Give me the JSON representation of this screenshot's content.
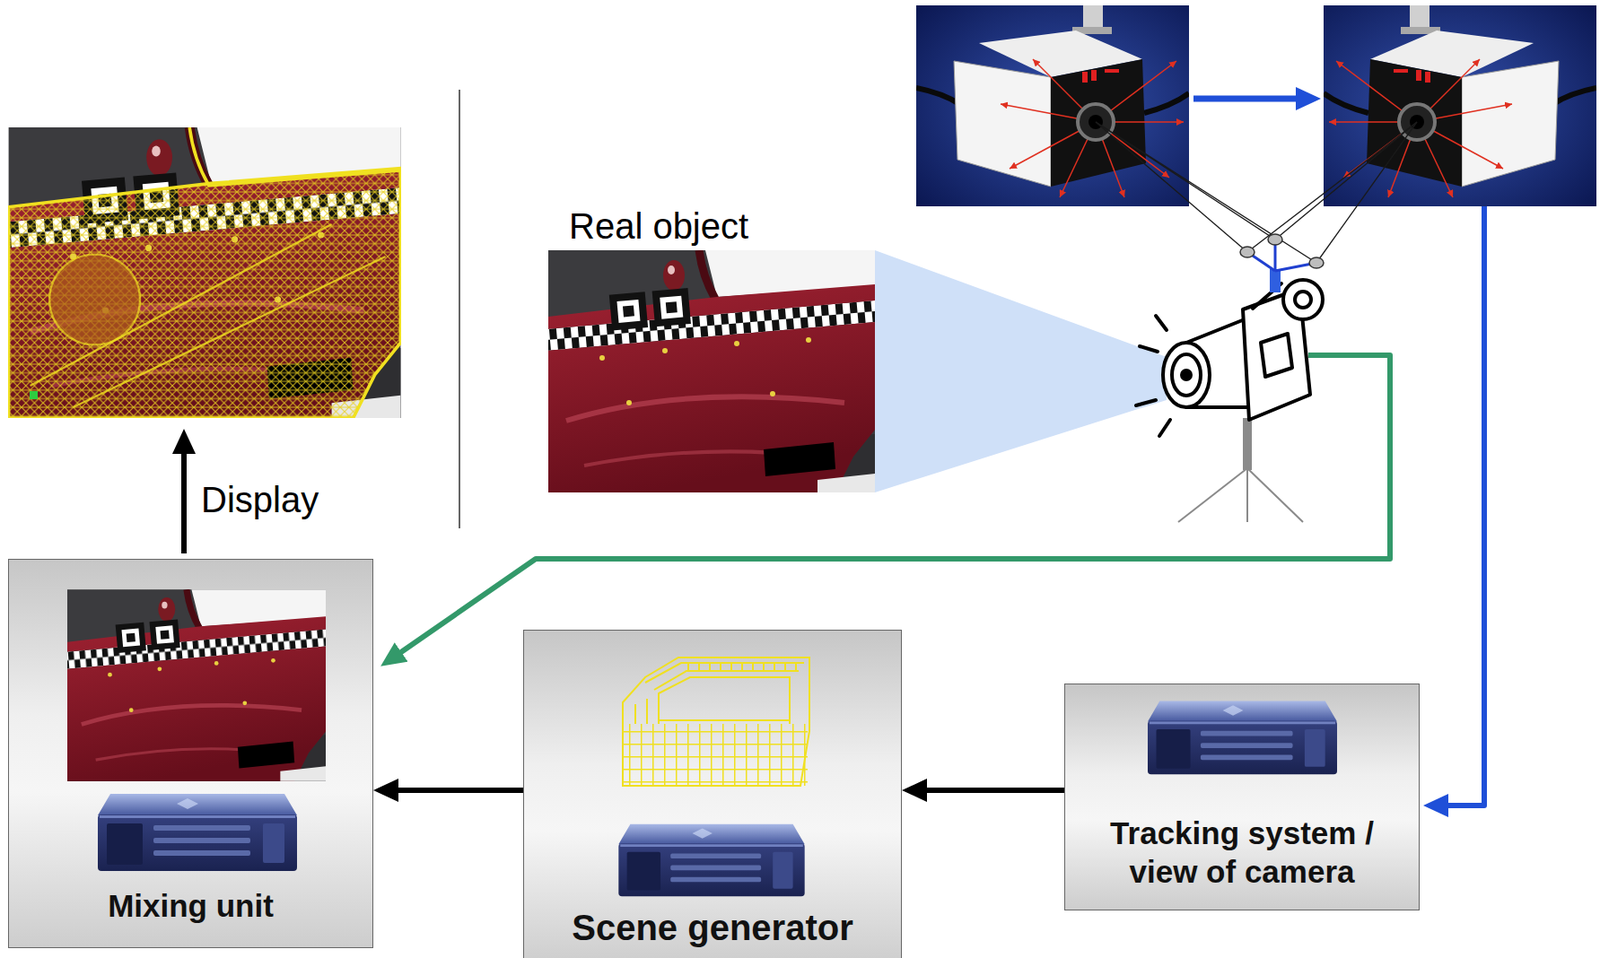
{
  "diagram": {
    "nodes": [
      {
        "text": [
          "Mixing unit"
        ]
      },
      {
        "text": [
          "Scene generator"
        ]
      },
      {
        "text": [
          "Tracking system / view of camera"
        ]
      }
    ],
    "edges": [
      {
        "from": 2,
        "to": 1,
        "arrow": "to"
      },
      {
        "from": 1,
        "to": 0,
        "arrow": "to"
      }
    ],
    "labels": [
      "Real object",
      "Display"
    ]
  }
}
